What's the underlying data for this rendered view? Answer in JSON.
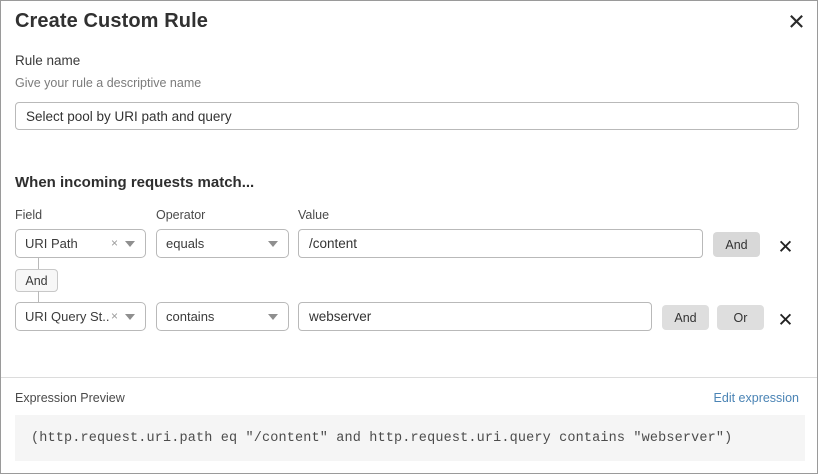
{
  "dialog": {
    "title": "Create Custom Rule",
    "close_icon": "close-icon"
  },
  "rule_name": {
    "label": "Rule name",
    "help": "Give your rule a descriptive name",
    "value": "Select pool by URI path and query",
    "placeholder": "Select pool by URI path and query"
  },
  "conditions": {
    "heading": "When incoming requests match...",
    "columns": {
      "field": "Field",
      "operator": "Operator",
      "value": "Value"
    },
    "connector": {
      "label": "And"
    },
    "rows": [
      {
        "field": "URI Path",
        "operator": "equals",
        "value": "/content",
        "clear_icon": "clear-icon",
        "caret_icon": "chevron-down-icon",
        "delete_icon": "close-icon",
        "logic_buttons": [
          "And"
        ]
      },
      {
        "field": "URI Query St...",
        "operator": "contains",
        "value": "webserver",
        "clear_icon": "clear-icon",
        "caret_icon": "chevron-down-icon",
        "delete_icon": "close-icon",
        "logic_buttons": [
          "And",
          "Or"
        ]
      }
    ]
  },
  "expression": {
    "label": "Expression Preview",
    "edit_link": "Edit expression",
    "code": "(http.request.uri.path eq \"/content\" and http.request.uri.query contains \"webserver\")"
  },
  "colors": {
    "link": "#4b84b5",
    "chip": "#d8d8d8",
    "preview_bg": "#f5f5f5",
    "border": "#b9b9b9"
  }
}
